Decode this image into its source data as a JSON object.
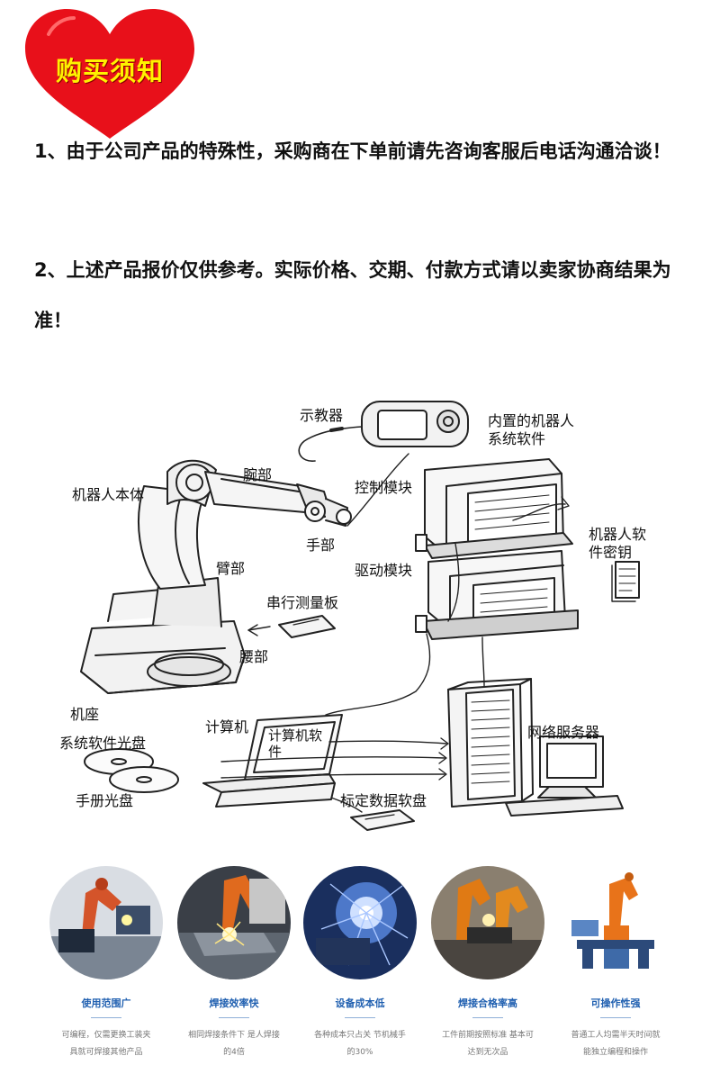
{
  "header": {
    "badge_title": "购买须知",
    "badge_color": "#e8101a",
    "badge_text_color": "#fff200"
  },
  "notices": [
    {
      "text": "1、由于公司产品的特殊性，采购商在下单前请先咨询客服后电话沟通洽谈！"
    },
    {
      "text": "2、上述产品报价仅供参考。实际价格、交期、付款方式请以卖家协商结果为准！"
    }
  ],
  "diagram": {
    "labels": {
      "teach_pendant": "示教器",
      "builtin_software": "内置的机器人系统软件",
      "wrist": "腕部",
      "robot_body": "机器人本体",
      "control_module": "控制模块",
      "hand": "手部",
      "arm": "臂部",
      "robot_key": "机器人软件密钥",
      "drive_module": "驱动模块",
      "serial_board": "串行测量板",
      "waist": "腰部",
      "base": "机座",
      "computer": "计算机",
      "computer_software": "计算机软件",
      "network_server": "网络服务器",
      "system_cd": "系统软件光盘",
      "manual_cd": "手册光盘",
      "calibration_disk": "标定数据软盘"
    }
  },
  "features": [
    {
      "title": "使用范围广",
      "desc": "可编程，仅需更换工装夹具就可焊接其他产品",
      "icon": "robot-welding-photo"
    },
    {
      "title": "焊接效率快",
      "desc": "相同焊接条件下 是人焊接的4倍",
      "icon": "welding-sparks-photo"
    },
    {
      "title": "设备成本低",
      "desc": "各种成本只占关 节机械手的30%",
      "icon": "welding-torch-photo"
    },
    {
      "title": "焊接合格率高",
      "desc": "工件前期按照标准 基本可达到无次品",
      "icon": "welding-cell-photo"
    },
    {
      "title": "可操作性强",
      "desc": "普通工人均需半天时间就能独立编程和操作",
      "icon": "robot-arm-photo"
    }
  ],
  "colors": {
    "feature_title": "#1f5fb0",
    "feature_desc": "#777777"
  }
}
